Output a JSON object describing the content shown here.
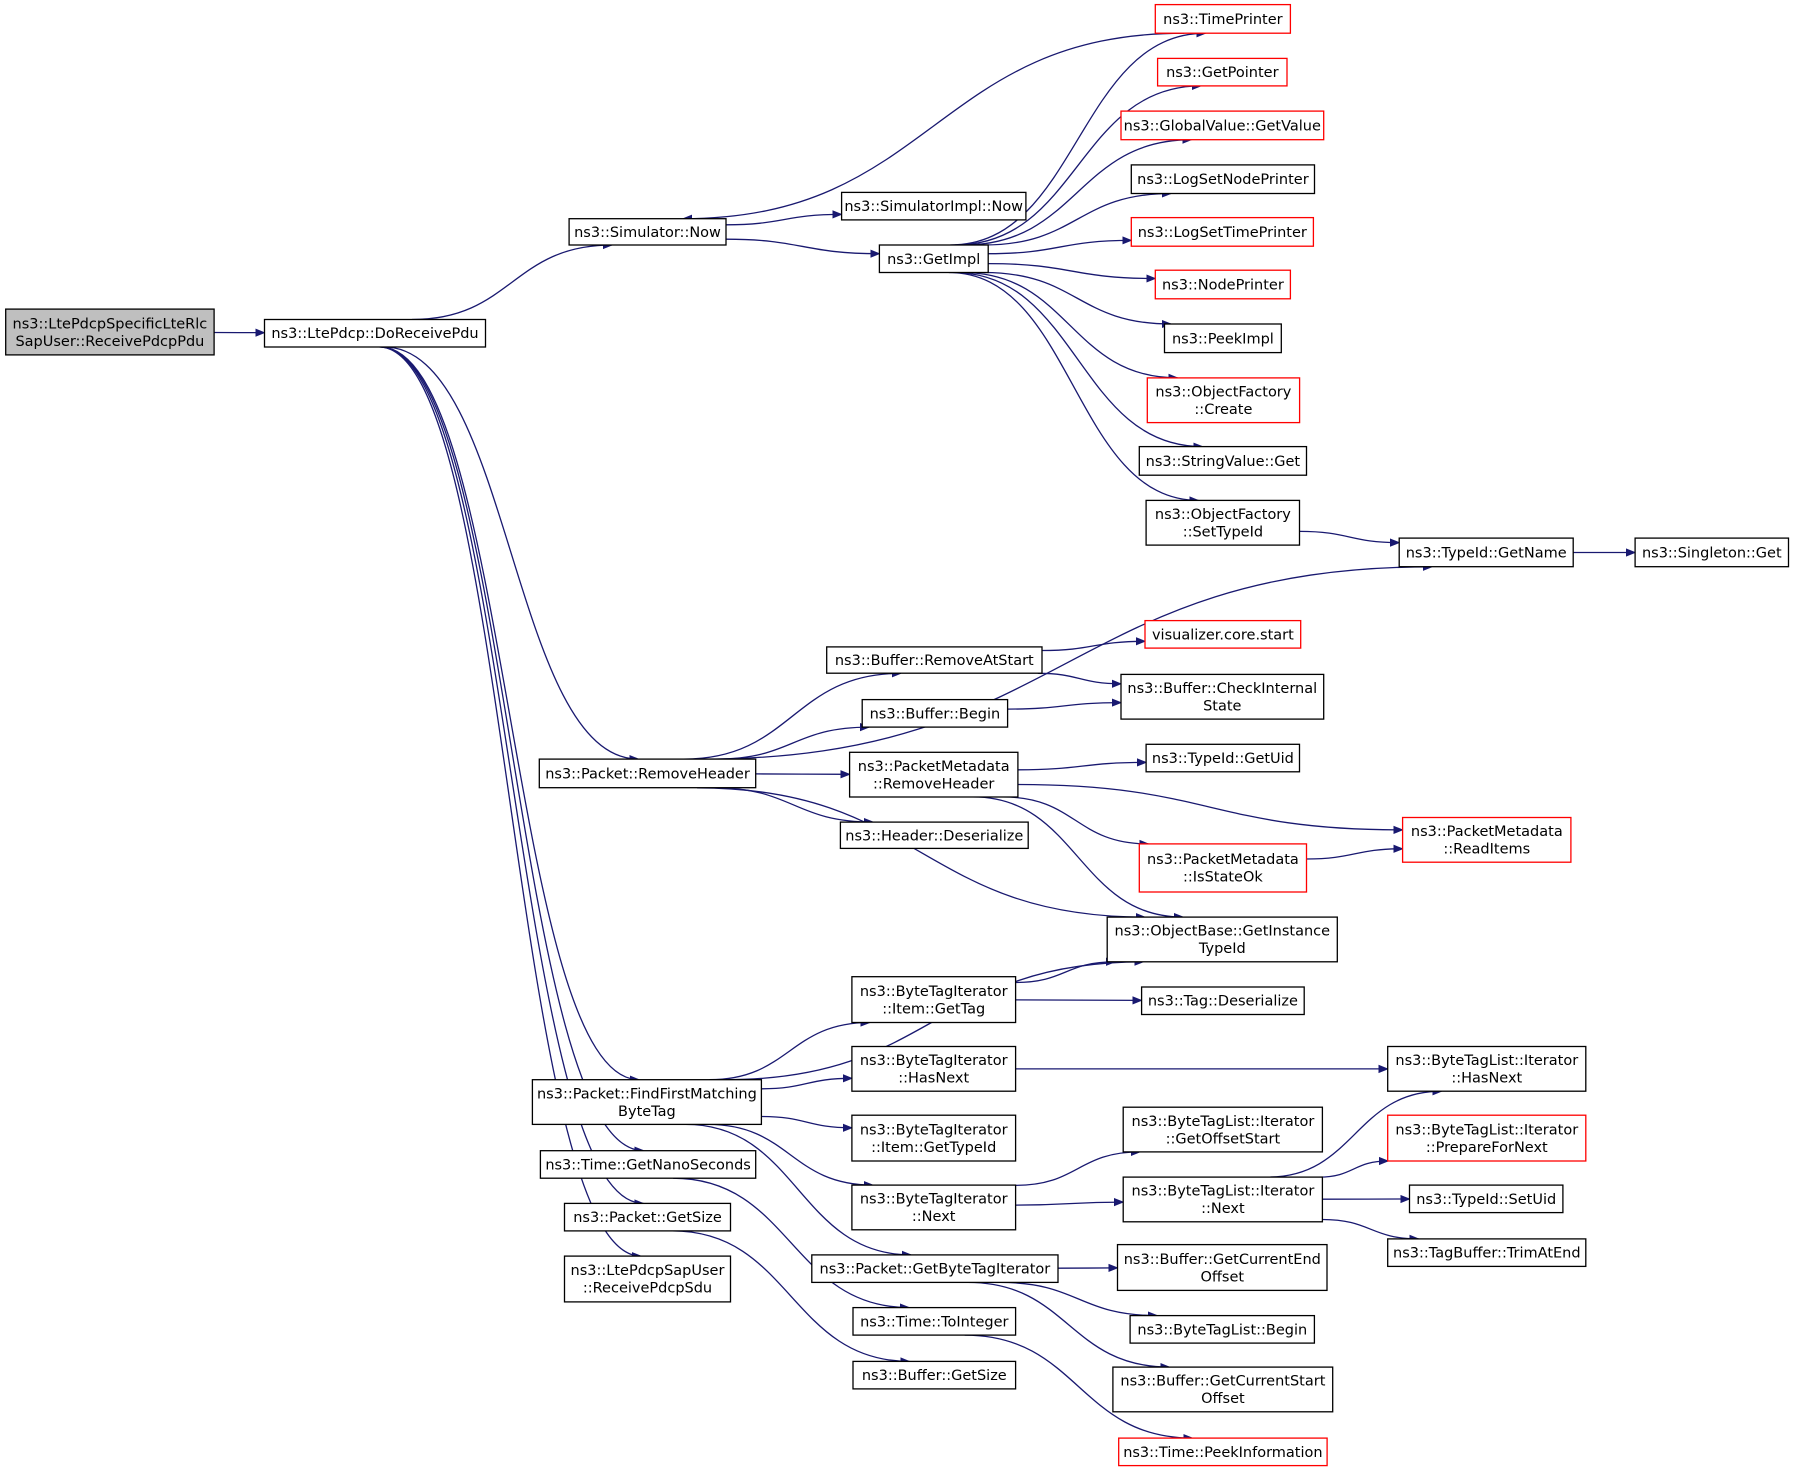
{
  "diagram": {
    "colors": {
      "edge": "#191970",
      "box_border": "#000000",
      "box_border_undocumented": "#ff0000",
      "root_fill": "#bfbfbf",
      "background": "#ffffff"
    },
    "nodes": [
      {
        "id": "root",
        "lines": [
          "ns3::LtePdcpSpecificLteRlc",
          "SapUser::ReceivePdcpPdu"
        ],
        "style": "root"
      },
      {
        "id": "doReceivePdu",
        "lines": [
          "ns3::LtePdcp::DoReceivePdu"
        ],
        "style": "normal"
      },
      {
        "id": "simNow",
        "lines": [
          "ns3::Simulator::Now"
        ],
        "style": "normal"
      },
      {
        "id": "simImplNow",
        "lines": [
          "ns3::SimulatorImpl::Now"
        ],
        "style": "normal"
      },
      {
        "id": "getImpl",
        "lines": [
          "ns3::GetImpl"
        ],
        "style": "normal"
      },
      {
        "id": "timePrinter",
        "lines": [
          "ns3::TimePrinter"
        ],
        "style": "red"
      },
      {
        "id": "getPointer",
        "lines": [
          "ns3::GetPointer"
        ],
        "style": "red"
      },
      {
        "id": "globalGetValue",
        "lines": [
          "ns3::GlobalValue::GetValue"
        ],
        "style": "red"
      },
      {
        "id": "logSetNodePrinter",
        "lines": [
          "ns3::LogSetNodePrinter"
        ],
        "style": "normal"
      },
      {
        "id": "logSetTimePrinter",
        "lines": [
          "ns3::LogSetTimePrinter"
        ],
        "style": "red"
      },
      {
        "id": "nodePrinter",
        "lines": [
          "ns3::NodePrinter"
        ],
        "style": "red"
      },
      {
        "id": "peekImpl",
        "lines": [
          "ns3::PeekImpl"
        ],
        "style": "normal"
      },
      {
        "id": "ofCreate",
        "lines": [
          "ns3::ObjectFactory",
          "::Create"
        ],
        "style": "red"
      },
      {
        "id": "stringValueGet",
        "lines": [
          "ns3::StringValue::Get"
        ],
        "style": "normal"
      },
      {
        "id": "ofSetTypeId",
        "lines": [
          "ns3::ObjectFactory",
          "::SetTypeId"
        ],
        "style": "normal"
      },
      {
        "id": "typeIdGetName",
        "lines": [
          "ns3::TypeId::GetName"
        ],
        "style": "normal"
      },
      {
        "id": "singletonGet",
        "lines": [
          "ns3::Singleton::Get"
        ],
        "style": "normal"
      },
      {
        "id": "packetRemoveHeader",
        "lines": [
          "ns3::Packet::RemoveHeader"
        ],
        "style": "normal"
      },
      {
        "id": "bufferRemoveAtStart",
        "lines": [
          "ns3::Buffer::RemoveAtStart"
        ],
        "style": "normal"
      },
      {
        "id": "vizCoreStart",
        "lines": [
          "visualizer.core.start"
        ],
        "style": "red"
      },
      {
        "id": "bufferBegin",
        "lines": [
          "ns3::Buffer::Begin"
        ],
        "style": "normal"
      },
      {
        "id": "bufferCheckInternal",
        "lines": [
          "ns3::Buffer::CheckInternal",
          "State"
        ],
        "style": "normal"
      },
      {
        "id": "pmRemoveHeader",
        "lines": [
          "ns3::PacketMetadata",
          "::RemoveHeader"
        ],
        "style": "normal"
      },
      {
        "id": "typeIdGetUid",
        "lines": [
          "ns3::TypeId::GetUid"
        ],
        "style": "normal"
      },
      {
        "id": "headerDeserialize",
        "lines": [
          "ns3::Header::Deserialize"
        ],
        "style": "normal"
      },
      {
        "id": "pmIsStateOk",
        "lines": [
          "ns3::PacketMetadata",
          "::IsStateOk"
        ],
        "style": "red"
      },
      {
        "id": "pmReadItems",
        "lines": [
          "ns3::PacketMetadata",
          "::ReadItems"
        ],
        "style": "red"
      },
      {
        "id": "objBaseGetInstanceTypeId",
        "lines": [
          "ns3::ObjectBase::GetInstance",
          "TypeId"
        ],
        "style": "normal"
      },
      {
        "id": "btiItemGetTag",
        "lines": [
          "ns3::ByteTagIterator",
          "::Item::GetTag"
        ],
        "style": "normal"
      },
      {
        "id": "tagDeserialize",
        "lines": [
          "ns3::Tag::Deserialize"
        ],
        "style": "normal"
      },
      {
        "id": "packetFindFirst",
        "lines": [
          "ns3::Packet::FindFirstMatching",
          "ByteTag"
        ],
        "style": "normal"
      },
      {
        "id": "btiHasNext",
        "lines": [
          "ns3::ByteTagIterator",
          "::HasNext"
        ],
        "style": "normal"
      },
      {
        "id": "btlIterHasNext",
        "lines": [
          "ns3::ByteTagList::Iterator",
          "::HasNext"
        ],
        "style": "normal"
      },
      {
        "id": "btiItemGetTypeId",
        "lines": [
          "ns3::ByteTagIterator",
          "::Item::GetTypeId"
        ],
        "style": "normal"
      },
      {
        "id": "btlIterGetOffsetStart",
        "lines": [
          "ns3::ByteTagList::Iterator",
          "::GetOffsetStart"
        ],
        "style": "normal"
      },
      {
        "id": "btlIterPrepareForNext",
        "lines": [
          "ns3::ByteTagList::Iterator",
          "::PrepareForNext"
        ],
        "style": "red"
      },
      {
        "id": "timeGetNanoSeconds",
        "lines": [
          "ns3::Time::GetNanoSeconds"
        ],
        "style": "normal"
      },
      {
        "id": "btiNext",
        "lines": [
          "ns3::ByteTagIterator",
          "::Next"
        ],
        "style": "normal"
      },
      {
        "id": "btlIterNext",
        "lines": [
          "ns3::ByteTagList::Iterator",
          "::Next"
        ],
        "style": "normal"
      },
      {
        "id": "typeIdSetUid",
        "lines": [
          "ns3::TypeId::SetUid"
        ],
        "style": "normal"
      },
      {
        "id": "packetGetSize",
        "lines": [
          "ns3::Packet::GetSize"
        ],
        "style": "normal"
      },
      {
        "id": "tagBufferTrimAtEnd",
        "lines": [
          "ns3::TagBuffer::TrimAtEnd"
        ],
        "style": "normal"
      },
      {
        "id": "packetGetByteTagIterator",
        "lines": [
          "ns3::Packet::GetByteTagIterator"
        ],
        "style": "normal"
      },
      {
        "id": "bufferGetCurrentEndOffset",
        "lines": [
          "ns3::Buffer::GetCurrentEnd",
          "Offset"
        ],
        "style": "normal"
      },
      {
        "id": "ltePdcpSapUserReceive",
        "lines": [
          "ns3::LtePdcpSapUser",
          "::ReceivePdcpSdu"
        ],
        "style": "normal"
      },
      {
        "id": "timeToInteger",
        "lines": [
          "ns3::Time::ToInteger"
        ],
        "style": "normal"
      },
      {
        "id": "btlBegin",
        "lines": [
          "ns3::ByteTagList::Begin"
        ],
        "style": "normal"
      },
      {
        "id": "bufferGetSize",
        "lines": [
          "ns3::Buffer::GetSize"
        ],
        "style": "normal"
      },
      {
        "id": "bufferGetCurrentStartOffset",
        "lines": [
          "ns3::Buffer::GetCurrentStart",
          "Offset"
        ],
        "style": "normal"
      },
      {
        "id": "timePeekInformation",
        "lines": [
          "ns3::Time::PeekInformation"
        ],
        "style": "red"
      }
    ],
    "edges": [
      [
        "root",
        "doReceivePdu"
      ],
      [
        "doReceivePdu",
        "simNow"
      ],
      [
        "doReceivePdu",
        "packetRemoveHeader"
      ],
      [
        "doReceivePdu",
        "packetFindFirst"
      ],
      [
        "doReceivePdu",
        "timeGetNanoSeconds"
      ],
      [
        "doReceivePdu",
        "packetGetSize"
      ],
      [
        "doReceivePdu",
        "ltePdcpSapUserReceive"
      ],
      [
        "simNow",
        "simImplNow"
      ],
      [
        "simNow",
        "getImpl"
      ],
      [
        "timePrinter",
        "simNow"
      ],
      [
        "getImpl",
        "timePrinter"
      ],
      [
        "getImpl",
        "getPointer"
      ],
      [
        "getImpl",
        "globalGetValue"
      ],
      [
        "getImpl",
        "logSetNodePrinter"
      ],
      [
        "getImpl",
        "logSetTimePrinter"
      ],
      [
        "getImpl",
        "nodePrinter"
      ],
      [
        "getImpl",
        "peekImpl"
      ],
      [
        "getImpl",
        "ofCreate"
      ],
      [
        "getImpl",
        "stringValueGet"
      ],
      [
        "getImpl",
        "ofSetTypeId"
      ],
      [
        "ofSetTypeId",
        "typeIdGetName"
      ],
      [
        "typeIdGetName",
        "singletonGet"
      ],
      [
        "packetRemoveHeader",
        "typeIdGetName"
      ],
      [
        "packetRemoveHeader",
        "bufferRemoveAtStart"
      ],
      [
        "packetRemoveHeader",
        "bufferBegin"
      ],
      [
        "packetRemoveHeader",
        "pmRemoveHeader"
      ],
      [
        "packetRemoveHeader",
        "headerDeserialize"
      ],
      [
        "packetRemoveHeader",
        "objBaseGetInstanceTypeId"
      ],
      [
        "bufferRemoveAtStart",
        "vizCoreStart"
      ],
      [
        "bufferRemoveAtStart",
        "bufferCheckInternal"
      ],
      [
        "bufferBegin",
        "bufferCheckInternal"
      ],
      [
        "pmRemoveHeader",
        "typeIdGetUid"
      ],
      [
        "pmRemoveHeader",
        "pmReadItems"
      ],
      [
        "pmRemoveHeader",
        "pmIsStateOk"
      ],
      [
        "pmRemoveHeader",
        "objBaseGetInstanceTypeId"
      ],
      [
        "pmIsStateOk",
        "pmReadItems"
      ],
      [
        "packetFindFirst",
        "objBaseGetInstanceTypeId"
      ],
      [
        "packetFindFirst",
        "btiItemGetTag"
      ],
      [
        "packetFindFirst",
        "btiHasNext"
      ],
      [
        "packetFindFirst",
        "btiItemGetTypeId"
      ],
      [
        "packetFindFirst",
        "btiNext"
      ],
      [
        "packetFindFirst",
        "packetGetByteTagIterator"
      ],
      [
        "btiItemGetTag",
        "objBaseGetInstanceTypeId"
      ],
      [
        "btiItemGetTag",
        "tagDeserialize"
      ],
      [
        "btiHasNext",
        "btlIterHasNext"
      ],
      [
        "btiNext",
        "btlIterGetOffsetStart"
      ],
      [
        "btiNext",
        "btlIterNext"
      ],
      [
        "btlIterNext",
        "btlIterHasNext"
      ],
      [
        "btlIterNext",
        "btlIterPrepareForNext"
      ],
      [
        "btlIterNext",
        "typeIdSetUid"
      ],
      [
        "btlIterNext",
        "tagBufferTrimAtEnd"
      ],
      [
        "packetGetByteTagIterator",
        "bufferGetCurrentEndOffset"
      ],
      [
        "packetGetByteTagIterator",
        "btlBegin"
      ],
      [
        "packetGetByteTagIterator",
        "bufferGetCurrentStartOffset"
      ],
      [
        "timeGetNanoSeconds",
        "timeToInteger"
      ],
      [
        "timeToInteger",
        "timePeekInformation"
      ],
      [
        "packetGetSize",
        "bufferGetSize"
      ]
    ]
  }
}
